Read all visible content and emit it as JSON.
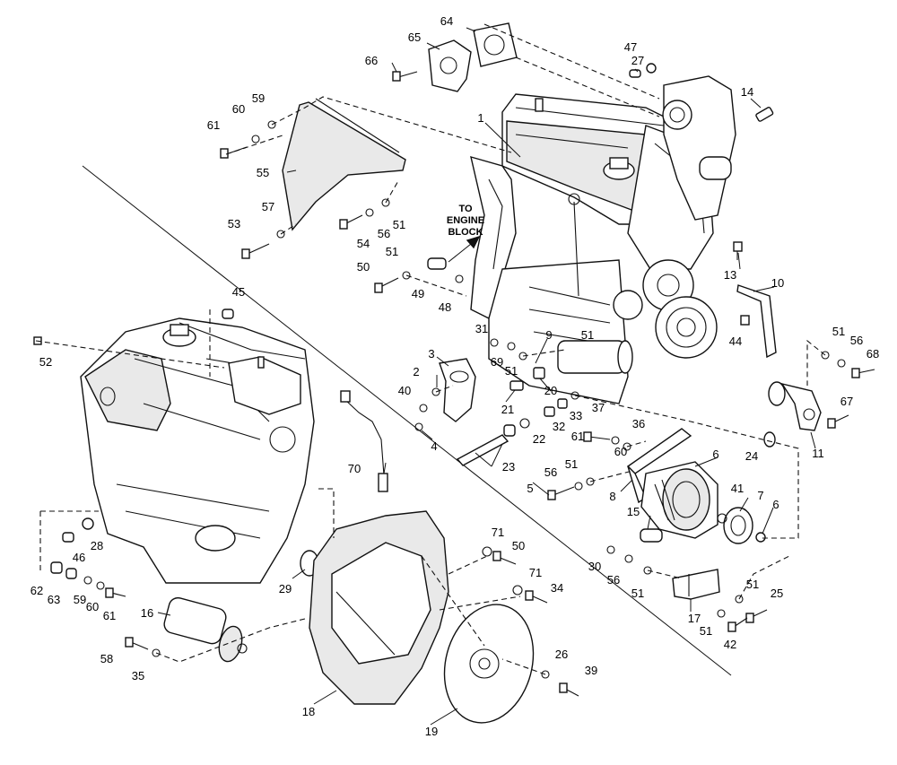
{
  "note_lines": [
    "TO",
    "ENGINE",
    "BLOCK"
  ],
  "callouts": [
    {
      "id": "c1",
      "text": "1"
    },
    {
      "id": "c2",
      "text": "2"
    },
    {
      "id": "c3",
      "text": "3"
    },
    {
      "id": "c4",
      "text": "4"
    },
    {
      "id": "c5",
      "text": "5"
    },
    {
      "id": "c6a",
      "text": "6"
    },
    {
      "id": "c6b",
      "text": "6"
    },
    {
      "id": "c7",
      "text": "7"
    },
    {
      "id": "c8",
      "text": "8"
    },
    {
      "id": "c9",
      "text": "9"
    },
    {
      "id": "c10",
      "text": "10"
    },
    {
      "id": "c11",
      "text": "11"
    },
    {
      "id": "c13",
      "text": "13"
    },
    {
      "id": "c14",
      "text": "14"
    },
    {
      "id": "c15",
      "text": "15"
    },
    {
      "id": "c16",
      "text": "16"
    },
    {
      "id": "c17",
      "text": "17"
    },
    {
      "id": "c18",
      "text": "18"
    },
    {
      "id": "c19",
      "text": "19"
    },
    {
      "id": "c20",
      "text": "20"
    },
    {
      "id": "c21",
      "text": "21"
    },
    {
      "id": "c22",
      "text": "22"
    },
    {
      "id": "c23",
      "text": "23"
    },
    {
      "id": "c24",
      "text": "24"
    },
    {
      "id": "c25",
      "text": "25"
    },
    {
      "id": "c26",
      "text": "26"
    },
    {
      "id": "c27",
      "text": "27"
    },
    {
      "id": "c28",
      "text": "28"
    },
    {
      "id": "c29",
      "text": "29"
    },
    {
      "id": "c30",
      "text": "30"
    },
    {
      "id": "c31",
      "text": "31"
    },
    {
      "id": "c32",
      "text": "32"
    },
    {
      "id": "c33",
      "text": "33"
    },
    {
      "id": "c34",
      "text": "34"
    },
    {
      "id": "c35",
      "text": "35"
    },
    {
      "id": "c36",
      "text": "36"
    },
    {
      "id": "c37",
      "text": "37"
    },
    {
      "id": "c39",
      "text": "39"
    },
    {
      "id": "c40",
      "text": "40"
    },
    {
      "id": "c41",
      "text": "41"
    },
    {
      "id": "c42",
      "text": "42"
    },
    {
      "id": "c44",
      "text": "44"
    },
    {
      "id": "c45",
      "text": "45"
    },
    {
      "id": "c46",
      "text": "46"
    },
    {
      "id": "c47",
      "text": "47"
    },
    {
      "id": "c48",
      "text": "48"
    },
    {
      "id": "c49",
      "text": "49"
    },
    {
      "id": "c50a",
      "text": "50"
    },
    {
      "id": "c50b",
      "text": "50"
    },
    {
      "id": "c51a",
      "text": "51"
    },
    {
      "id": "c51b",
      "text": "51"
    },
    {
      "id": "c51c",
      "text": "51"
    },
    {
      "id": "c51d",
      "text": "51"
    },
    {
      "id": "c51e",
      "text": "51"
    },
    {
      "id": "c51f",
      "text": "51"
    },
    {
      "id": "c51g",
      "text": "51"
    },
    {
      "id": "c51h",
      "text": "51"
    },
    {
      "id": "c51i",
      "text": "51"
    },
    {
      "id": "c52",
      "text": "52"
    },
    {
      "id": "c53",
      "text": "53"
    },
    {
      "id": "c54",
      "text": "54"
    },
    {
      "id": "c55",
      "text": "55"
    },
    {
      "id": "c56a",
      "text": "56"
    },
    {
      "id": "c56b",
      "text": "56"
    },
    {
      "id": "c56c",
      "text": "56"
    },
    {
      "id": "c56d",
      "text": "56"
    },
    {
      "id": "c57",
      "text": "57"
    },
    {
      "id": "c58",
      "text": "58"
    },
    {
      "id": "c59a",
      "text": "59"
    },
    {
      "id": "c59b",
      "text": "59"
    },
    {
      "id": "c60a",
      "text": "60"
    },
    {
      "id": "c60b",
      "text": "60"
    },
    {
      "id": "c60c",
      "text": "60"
    },
    {
      "id": "c61a",
      "text": "61"
    },
    {
      "id": "c61b",
      "text": "61"
    },
    {
      "id": "c61c",
      "text": "61"
    },
    {
      "id": "c62",
      "text": "62"
    },
    {
      "id": "c63",
      "text": "63"
    },
    {
      "id": "c64",
      "text": "64"
    },
    {
      "id": "c65",
      "text": "65"
    },
    {
      "id": "c66",
      "text": "66"
    },
    {
      "id": "c67",
      "text": "67"
    },
    {
      "id": "c68",
      "text": "68"
    },
    {
      "id": "c69",
      "text": "69"
    },
    {
      "id": "c70",
      "text": "70"
    },
    {
      "id": "c71a",
      "text": "71"
    },
    {
      "id": "c71b",
      "text": "71"
    }
  ]
}
